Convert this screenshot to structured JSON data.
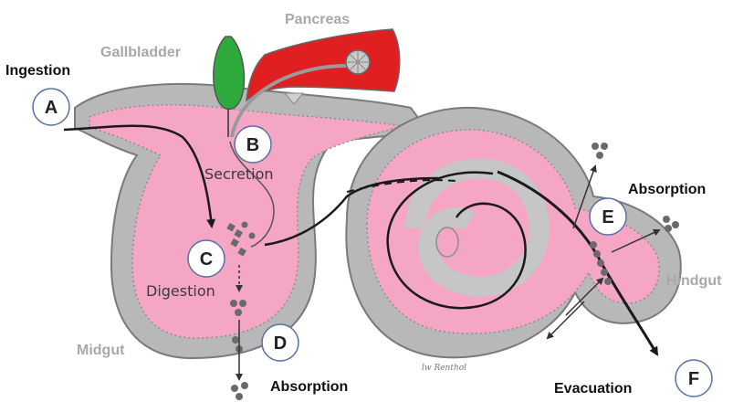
{
  "organs": {
    "pancreas": "Pancreas",
    "gallbladder": "Gallbladder",
    "midgut": "Midgut",
    "hindgut": "Hindgut"
  },
  "stages": [
    {
      "letter": "A",
      "label": "Ingestion"
    },
    {
      "letter": "B",
      "label": "Secretion"
    },
    {
      "letter": "C",
      "label": "Digestion"
    },
    {
      "letter": "D",
      "label": "Absorption"
    },
    {
      "letter": "E",
      "label": "Absorption"
    },
    {
      "letter": "F",
      "label": "Evacuation"
    }
  ],
  "signature": "lw Renthol",
  "colors": {
    "gut_wall": "#b8b8b8",
    "gut_lumen": "#f4a6c4",
    "pancreas": "#e02020",
    "gallbladder": "#2eaa3c",
    "path_line": "#1a1a1a"
  }
}
